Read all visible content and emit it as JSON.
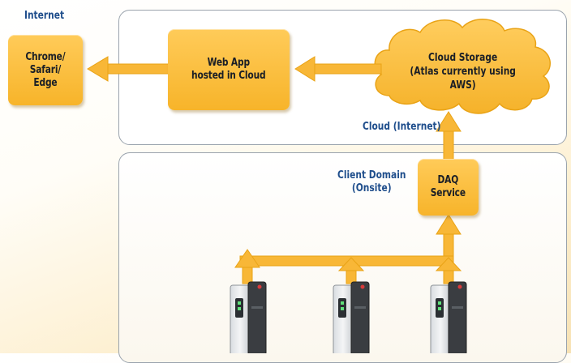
{
  "labels": {
    "internet": "Internet",
    "cloud_internet": "Cloud (Internet)",
    "client_domain": "Client Domain\n(Onsite)"
  },
  "nodes": {
    "browser": "Chrome/\nSafari/\nEdge",
    "web_app": "Web App\nhosted in Cloud",
    "cloud_storage": "Cloud Storage\n(Atlas currently using\nAWS)",
    "daq_service": "DAQ\nService"
  },
  "colors": {
    "node_fill": "#f9b935",
    "label_text": "#1f4e8c",
    "arrow": "#f8b737"
  },
  "icons": {
    "instrument": "lab-instrument-icon"
  }
}
